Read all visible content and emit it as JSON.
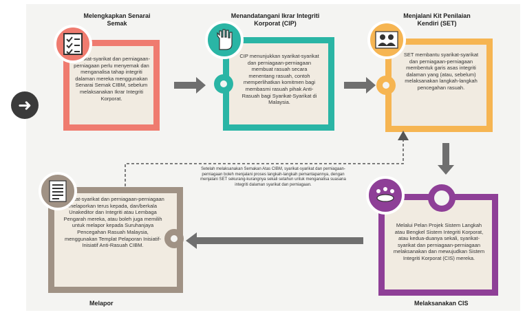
{
  "nav": {
    "next_icon": "arrow-right-circle-icon"
  },
  "steps": [
    {
      "title": "Melengkapkan Senarai Semak",
      "icon": "checklist-icon",
      "color": "#ef7b6f",
      "body": "Syarikat-syarikat dan perniagaan-perniagaan perlu menyemak dan menganalisa tahap integriti dalaman mereka menggunakan Senarai Semak CIBM, sebelum melaksanakan Ikrar Integriti Korporat."
    },
    {
      "title": "Menandatangani Ikrar Integriti Korporat (CIP)",
      "icon": "raised-hand-icon",
      "color": "#2ab5a5",
      "body": "CIP menunjukkan syarikat-syarikat dan perniagaan-perniagaan membuat rasuah secara menentang rasuah, contoh memperlihatkan komitmen bagi membasmi rasuah pihak Anti-Rasuah bagi Syarikat-Syarikat di Malaysia."
    },
    {
      "title": "Menjalani Kit Penilaian Kendiri (SET)",
      "icon": "people-icon",
      "color": "#f6b552",
      "body": "SET membantu syarikat-syarikat dan perniagaan-perniagaan membentuk garis asas integriti dalaman yang (atau, sebelum) melaksanakan langkah-langkah pencegahan rasuah."
    },
    {
      "title": "Melaksanakan CIS",
      "icon": "meeting-icon",
      "color": "#8e3f97",
      "body": "Melalui Pelan Projek Sistem Langkah atau Bengkel Sistem Integriti Korporat, atau kedua-duanya sekali, syarikat-syarikat dan perniagaan-perniagaan melaksanakan dan mewujudkan Sistem Integriti Korporat (CIS) mereka."
    },
    {
      "title": "Melapor",
      "icon": "document-icon",
      "color": "#a09285",
      "body": "Syarikat-syarikat dan perniagaan-perniagaan melaporkan terus kepada, dan/berkala Unakeditor dan Integriti atau Lembaga Pengarah mereka, atau boleh juga memilih untuk melapor kepada Suruhanjaya Pencegahan Rasuah Malaysia, menggunakan Templat Pelaporan Inisiatif-Inisiatif Anti-Rasuah CIBM."
    }
  ],
  "center_note": "Setelah melaksanakan Semakan Atas CIBM, syarikat-syarikat dan perniagaan-perniagaan boleh menjalani proses langkah-langkah pemantapannya, dengan menjalani SET sekurang-kurangnya sekali setahun untuk menganalisa suasana integriti dalaman syarikat dan perniagaan."
}
